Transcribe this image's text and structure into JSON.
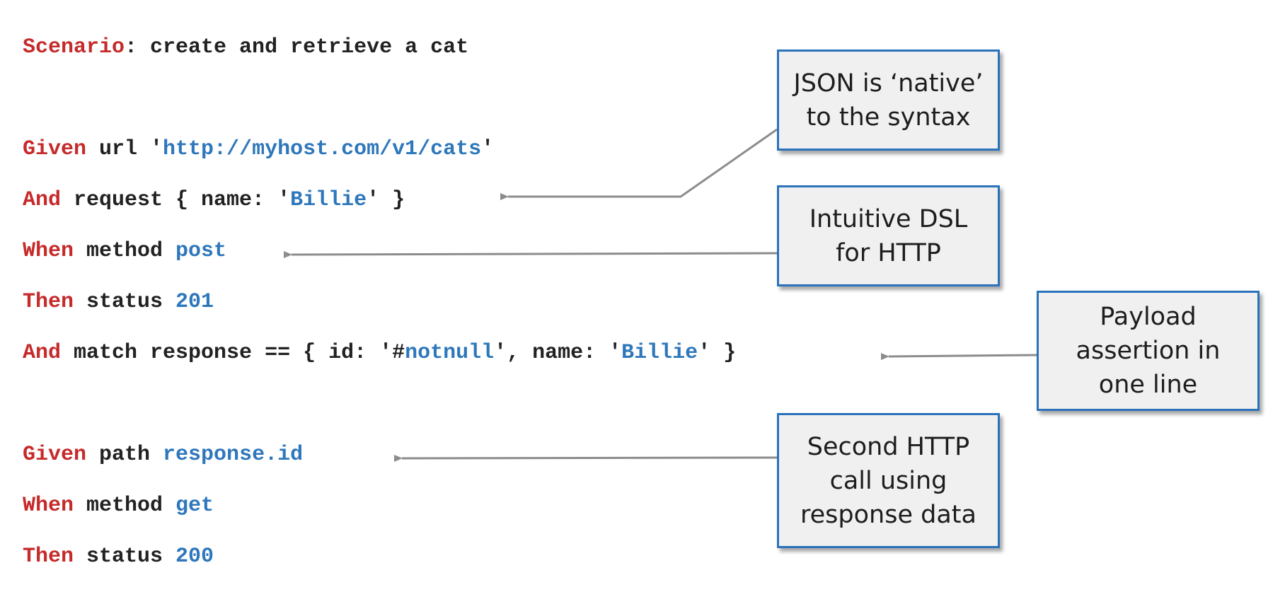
{
  "code_lines": [
    {
      "segments": [
        {
          "t": "Scenario",
          "c": "kw"
        },
        {
          "t": ": create and retrieve a cat",
          "c": "plain"
        }
      ]
    },
    {
      "segments": [
        {
          "t": "Given",
          "c": "kw"
        },
        {
          "t": " url '",
          "c": "plain"
        },
        {
          "t": "http://myhost.com/v1/cats",
          "c": "val"
        },
        {
          "t": "'",
          "c": "plain"
        }
      ]
    },
    {
      "segments": [
        {
          "t": "And",
          "c": "kw"
        },
        {
          "t": " request { name: '",
          "c": "plain"
        },
        {
          "t": "Billie",
          "c": "val"
        },
        {
          "t": "' }",
          "c": "plain"
        }
      ]
    },
    {
      "segments": [
        {
          "t": "When",
          "c": "kw"
        },
        {
          "t": " method ",
          "c": "plain"
        },
        {
          "t": "post",
          "c": "val"
        }
      ]
    },
    {
      "segments": [
        {
          "t": "Then",
          "c": "kw"
        },
        {
          "t": " status ",
          "c": "plain"
        },
        {
          "t": "201",
          "c": "val"
        }
      ]
    },
    {
      "segments": [
        {
          "t": "And",
          "c": "kw"
        },
        {
          "t": " match response == { id: '#",
          "c": "plain"
        },
        {
          "t": "notnull",
          "c": "val"
        },
        {
          "t": "', name: '",
          "c": "plain"
        },
        {
          "t": "Billie",
          "c": "val"
        },
        {
          "t": "' }",
          "c": "plain"
        }
      ]
    },
    {
      "segments": [
        {
          "t": "Given",
          "c": "kw"
        },
        {
          "t": " path ",
          "c": "plain"
        },
        {
          "t": "response.id",
          "c": "val"
        }
      ]
    },
    {
      "segments": [
        {
          "t": "When",
          "c": "kw"
        },
        {
          "t": " method ",
          "c": "plain"
        },
        {
          "t": "get",
          "c": "val"
        }
      ]
    },
    {
      "segments": [
        {
          "t": "Then",
          "c": "kw"
        },
        {
          "t": " status ",
          "c": "plain"
        },
        {
          "t": "200",
          "c": "val"
        }
      ]
    }
  ],
  "callouts": {
    "json_native": [
      "JSON is ‘native’",
      "to the syntax"
    ],
    "intuitive_dsl": [
      "Intuitive DSL",
      "for HTTP"
    ],
    "payload_assertion": [
      "Payload",
      "assertion in",
      "one line"
    ],
    "second_call": [
      "Second HTTP",
      "call using",
      "response data"
    ]
  },
  "colors": {
    "keyword": "#c62a2a",
    "value": "#2e77bb",
    "text": "#222222",
    "callout_border": "#2a72bb",
    "callout_fill": "#f0f0f0",
    "arrow": "#8c8c8c"
  }
}
